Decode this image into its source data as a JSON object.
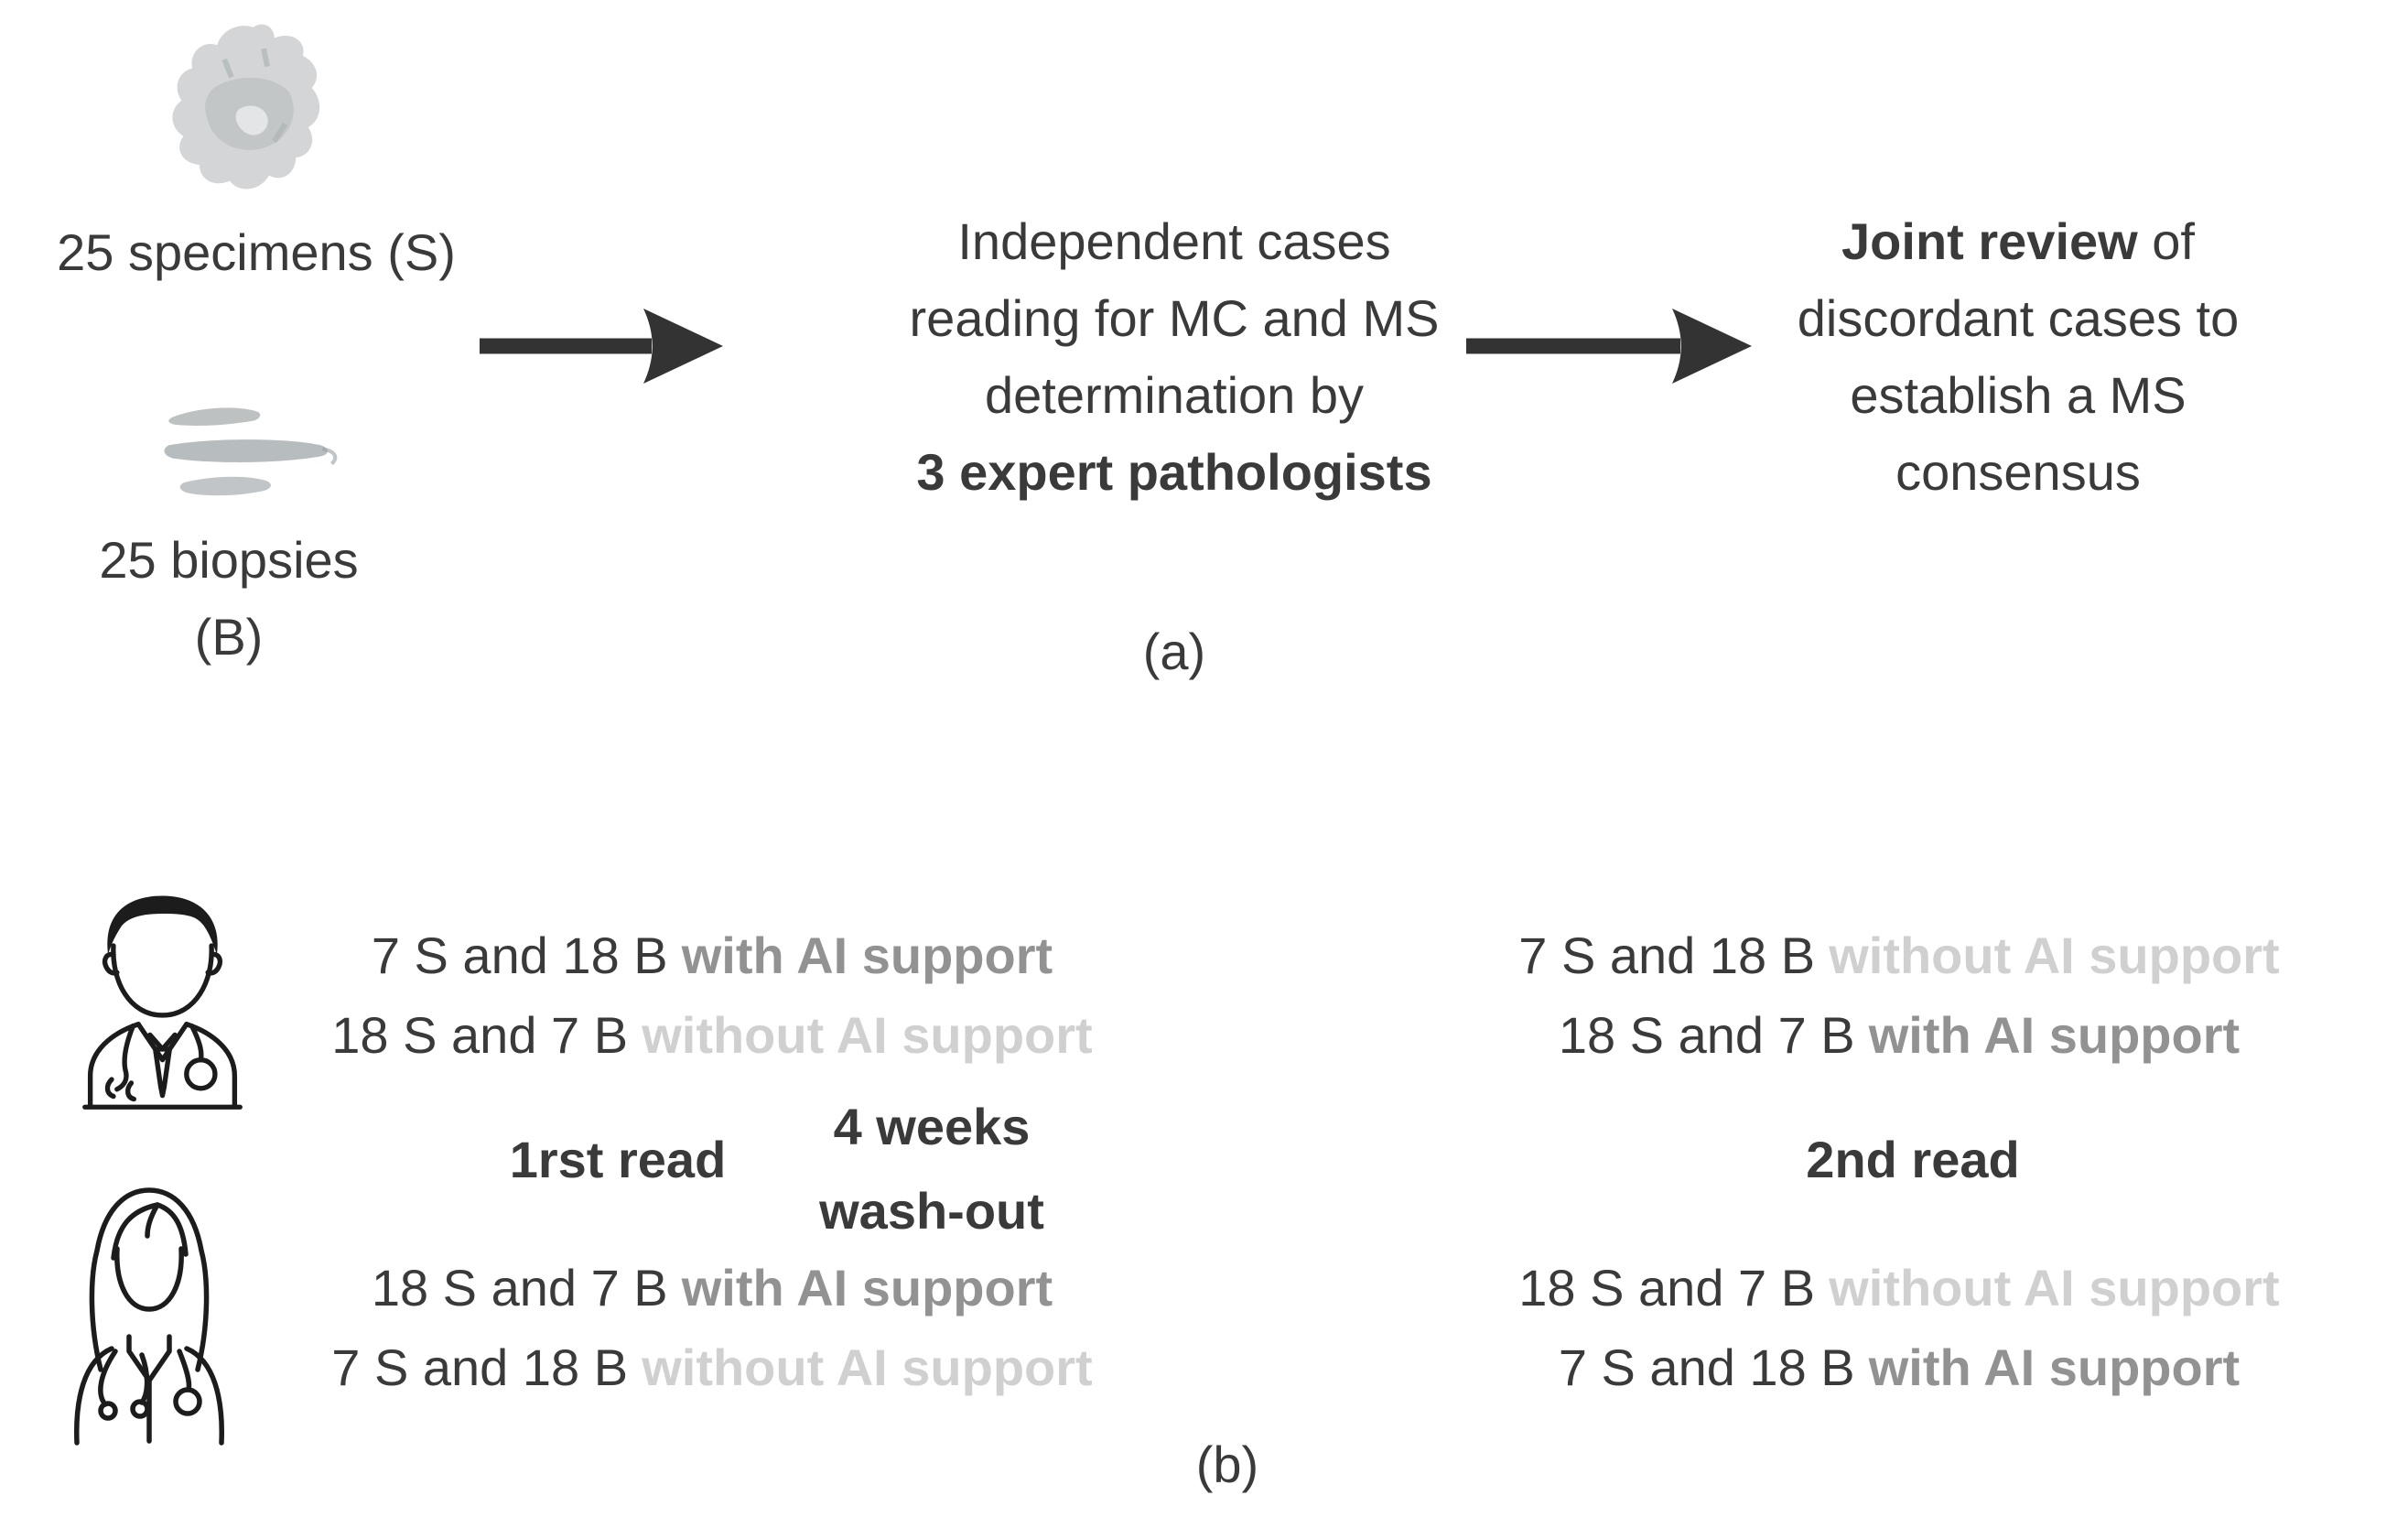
{
  "colors": {
    "text_dark": "#3a3a3a",
    "ai_with": "#929292",
    "ai_without": "#d0d0d0",
    "arrow": "#333333",
    "icon_stroke": "#1c1c1c",
    "specimen_gray": "#aeb3b5",
    "biopsy_gray": "#999fa2"
  },
  "panel_a": {
    "label": "(a)",
    "specimens_caption": "25 specimens (S)",
    "biopsies_caption_line1": "25 biopsies",
    "biopsies_caption_line2": "(B)",
    "reading_step": {
      "line1": "Independent cases",
      "line2": "reading for MC and MS",
      "line3": "determination by",
      "line4": "3 expert pathologists"
    },
    "review_step": {
      "line1_bold": "Joint review",
      "line1_rest": " of",
      "line2": "discordant cases to",
      "line3": "establish a MS",
      "line4": "consensus"
    }
  },
  "panel_b": {
    "label": "(b)",
    "first_read_title": "1rst read",
    "washout": {
      "line1": "4 weeks",
      "line2": "wash-out"
    },
    "second_read_title": "2nd read",
    "reader1": {
      "read1": [
        {
          "cases": "7 S and 18 B",
          "ai": "with AI support"
        },
        {
          "cases": "18 S and 7 B",
          "ai": "without AI support"
        }
      ],
      "read2": [
        {
          "cases": "7 S and 18 B",
          "ai": "without AI support"
        },
        {
          "cases": "18 S and 7 B",
          "ai": "with AI support"
        }
      ]
    },
    "reader2": {
      "read1": [
        {
          "cases": "18 S and 7 B",
          "ai": "with AI support"
        },
        {
          "cases": "7 S and 18 B",
          "ai": "without AI support"
        }
      ],
      "read2": [
        {
          "cases": "18 S and 7 B",
          "ai": "without AI support"
        },
        {
          "cases": "7 S and 18 B",
          "ai": "with AI support"
        }
      ]
    }
  }
}
